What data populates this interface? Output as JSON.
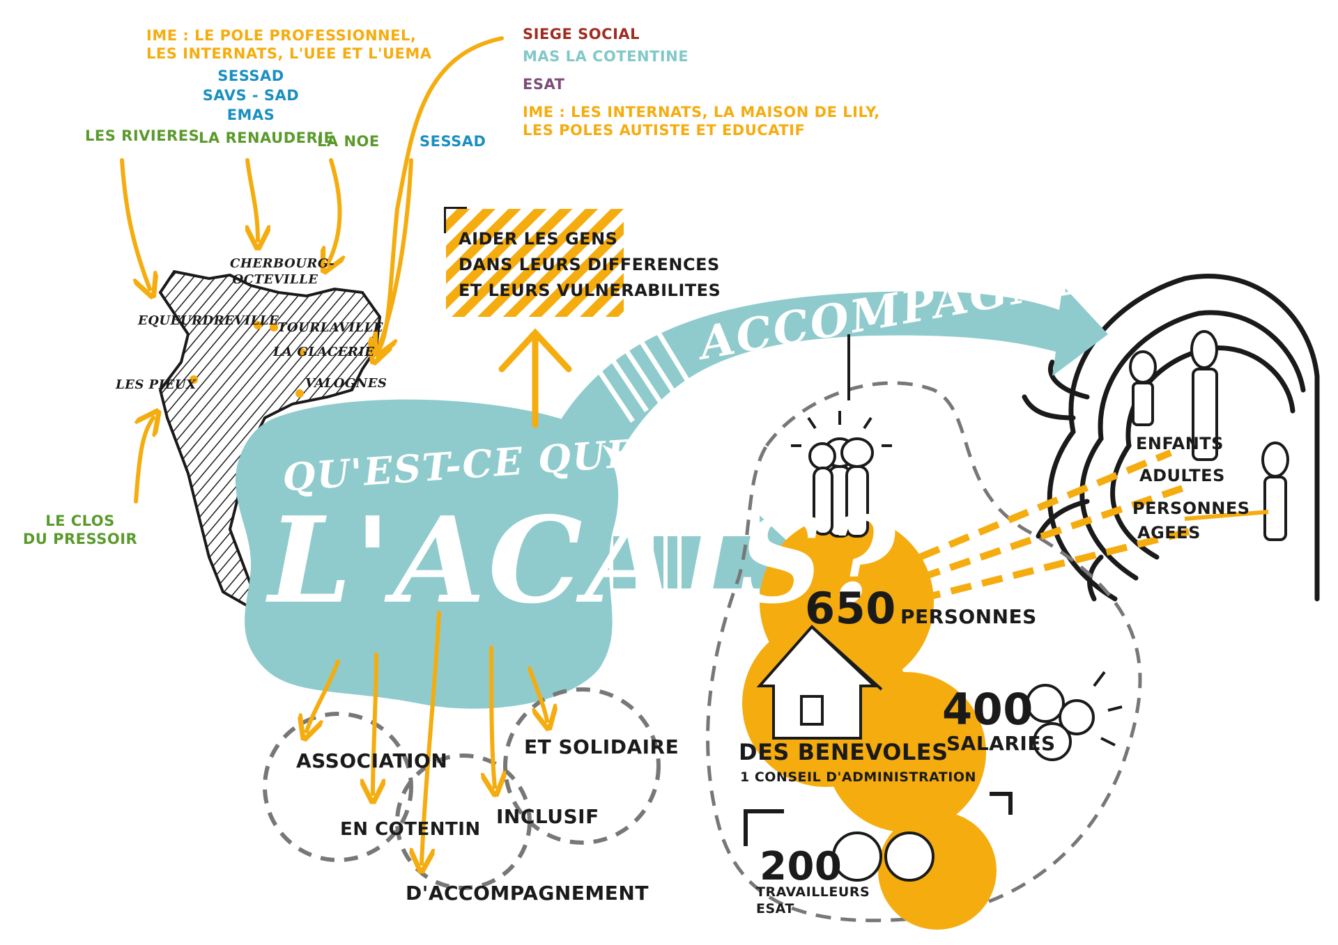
{
  "top_left_sites": {
    "ime_line1": "IME : LE POLE PROFESSIONNEL,",
    "ime_line2": "LES INTERNATS, L'UEE ET L'UEMA",
    "sessad": "SESSAD",
    "savs": "SAVS - SAD",
    "emas": "EMAS"
  },
  "site_names": {
    "rivieres": "LES RIVIERES",
    "renauderie": "LA RENAUDERIE",
    "noe": "LA NOE",
    "sessad_right": "SESSAD",
    "clos_line1": "LE CLOS",
    "clos_line2": "DU PRESSOIR"
  },
  "top_right_sites": {
    "siege": "SIEGE SOCIAL",
    "mas": "MAS LA COTENTINE",
    "esat": "ESAT",
    "ime_line1": "IME : LES INTERNATS, LA MAISON DE LILY,",
    "ime_line2": "LES POLES AUTISTE ET EDUCATIF"
  },
  "cities": {
    "cherbourg_line1": "CHERBOURG-",
    "cherbourg_line2": "OCTEVILLE",
    "equeurdreville": "EQUEURDREVILLE",
    "tourlaville": "TOURLAVILLE",
    "glacerie": "LA GLACERIE",
    "pieux": "LES PIEUX",
    "valognes": "VALOGNES"
  },
  "mission": {
    "line1": "AIDER LES GENS",
    "line2": "DANS LEURS DIFFERENCES",
    "line3": "ET LEURS VULNERABILITES"
  },
  "center": {
    "question_line1": "QU'EST-CE QUE",
    "question_line2": "L'ACAIS?",
    "arrow_label": "ACCOMPAGNER"
  },
  "values": {
    "association": "ASSOCIATION",
    "cotentin": "EN COTENTIN",
    "accompagnement": "D'ACCOMPAGNEMENT",
    "inclusif": "INCLUSIF",
    "solidaire": "ET SOLIDAIRE"
  },
  "people": {
    "personnes_count": "650",
    "personnes_label": "PERSONNES",
    "benevoles": "DES BENEVOLES",
    "conseil": "1 CONSEIL D'ADMINISTRATION",
    "salaries_count": "400",
    "salaries_label": "SALARIES",
    "travailleurs_count": "200",
    "travailleurs_line1": "TRAVAILLEURS",
    "travailleurs_line2": "ESAT"
  },
  "audience": {
    "enfants": "ENFANTS",
    "adultes": "ADULTES",
    "personnes": "PERSONNES",
    "agees": "AGEES"
  },
  "colors": {
    "orange": "#f5ac0f",
    "teal_blob": "#8fcbcd",
    "green": "#5a9a2c",
    "blue": "#1a8fc0",
    "dark_red": "#9e2d22",
    "teal_text": "#83c8c8",
    "purple": "#7c4d7a",
    "ink": "#1a1a1a",
    "dash_gray": "#777777"
  }
}
